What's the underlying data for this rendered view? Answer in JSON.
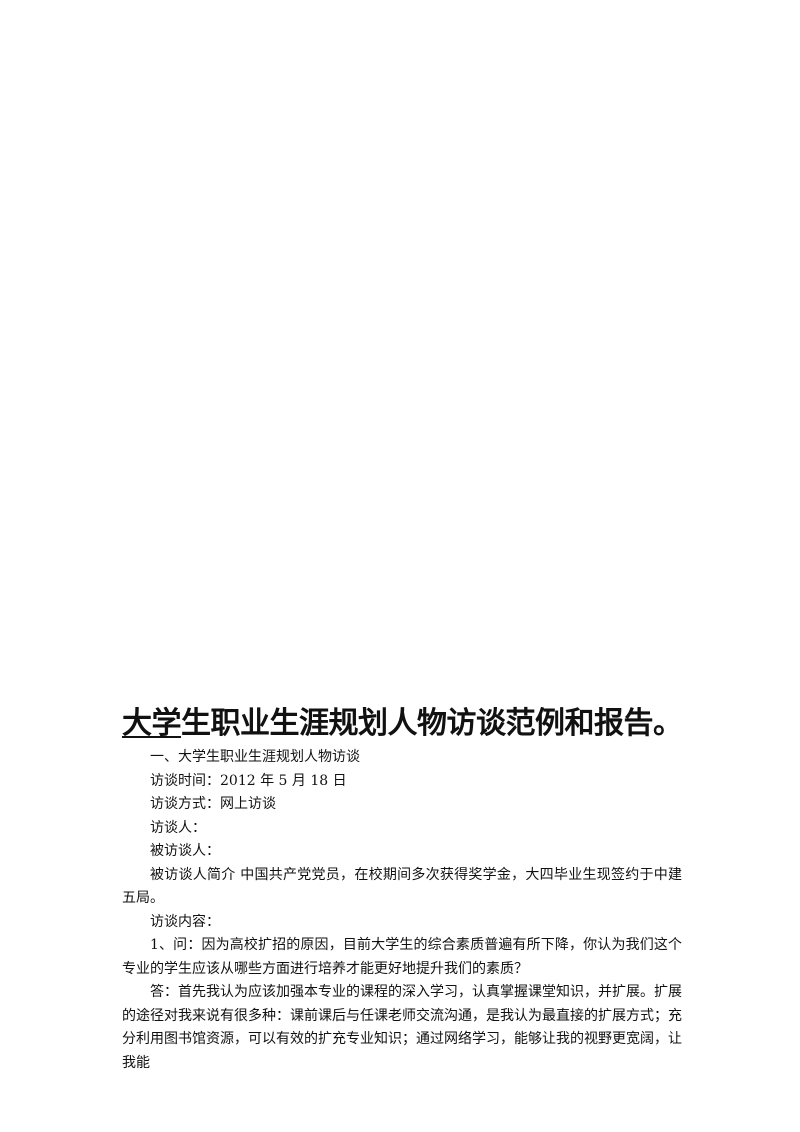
{
  "document": {
    "title_underlined": "大学",
    "title_rest": "生职业生涯规划人物访谈范例和报告。",
    "section_heading": "一、大学生职业生涯规划人物访谈",
    "interview_time": "访谈时间：2012 年 5 月 18 日",
    "interview_method": "访谈方式：网上访谈",
    "interviewer": "访谈人：",
    "interviewee": "被访谈人：",
    "interviewee_intro": "被访谈人简介  中国共产党党员，在校期间多次获得奖学金，大四毕业生现签约于中建五局。",
    "interview_content_label": "访谈内容：",
    "question_1": "1、问：因为高校扩招的原因，目前大学生的综合素质普遍有所下降，你认为我们这个专业的学生应该从哪些方面进行培养才能更好地提升我们的素质？",
    "answer_1": "答：首先我认为应该加强本专业的课程的深入学习，认真掌握课堂知识，并扩展。扩展的途径对我来说有很多种：课前课后与任课老师交流沟通，是我认为最直接的扩展方式；充分利用图书馆资源，可以有效的扩充专业知识；通过网络学习，能够让我的视野更宽阔，让我能"
  }
}
